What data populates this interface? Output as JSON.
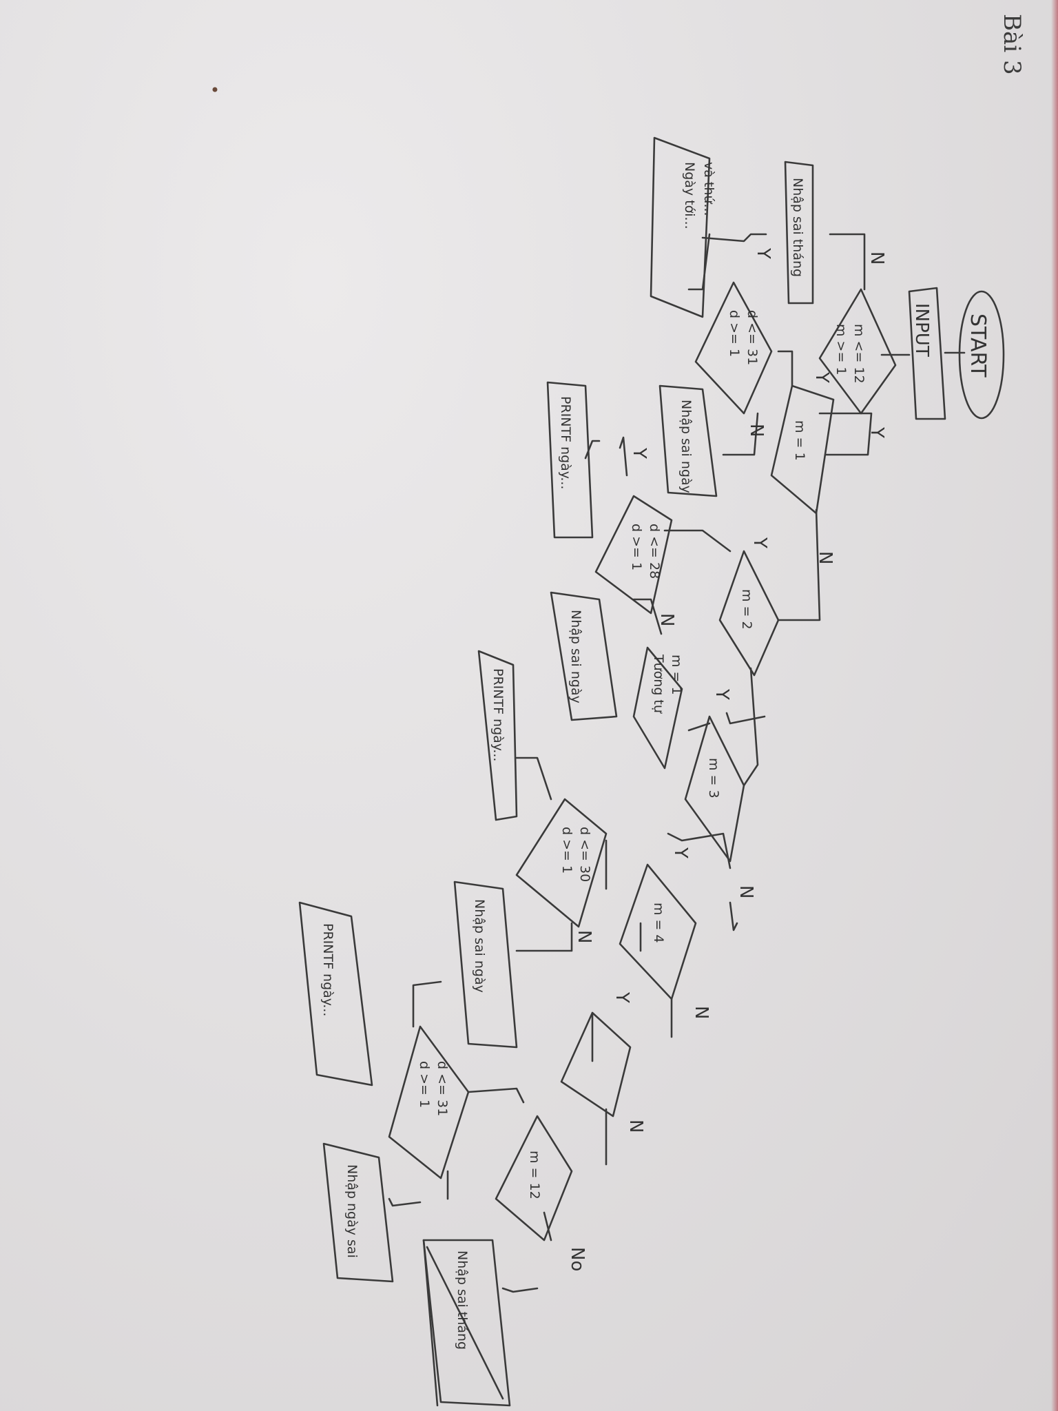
{
  "page": {
    "corner_label": "Bài 3"
  },
  "flowchart": {
    "start": "START",
    "input": "INPUT",
    "decisions": {
      "month_range": "m >= 1\nm <= 12",
      "m1": "m = 1",
      "m2": "m = 2",
      "m3": "m = 3",
      "m4": "m = 4",
      "m12": "m = 12",
      "d31_a": "d >= 1\nd <= 31",
      "d28": "d >= 1\nd <= 28",
      "d30": "d >= 1\nd <= 30",
      "d31_b": "d >= 1\nd <= 31"
    },
    "outputs": {
      "wrong_month_top": "Nhập sai tháng",
      "next_day": "Ngày tới...\nvà thứ...",
      "wrong_day_1": "Nhập sai ngày",
      "print_day_1": "PRINTF ngày...",
      "wrong_day_2": "Nhập sai ngày",
      "similar_m": "Tương tự\nm = 1",
      "print_day_2": "PRINTF ngày...",
      "wrong_day_3": "Nhập sai ngày",
      "print_day_3": "PRINTF ngày...",
      "wrong_day_4": "Nhập ngày sai",
      "wrong_month_bottom": "Nhập sai tháng"
    },
    "branch_labels": {
      "yes": "Y",
      "no": "N",
      "no_alt": "No"
    }
  }
}
